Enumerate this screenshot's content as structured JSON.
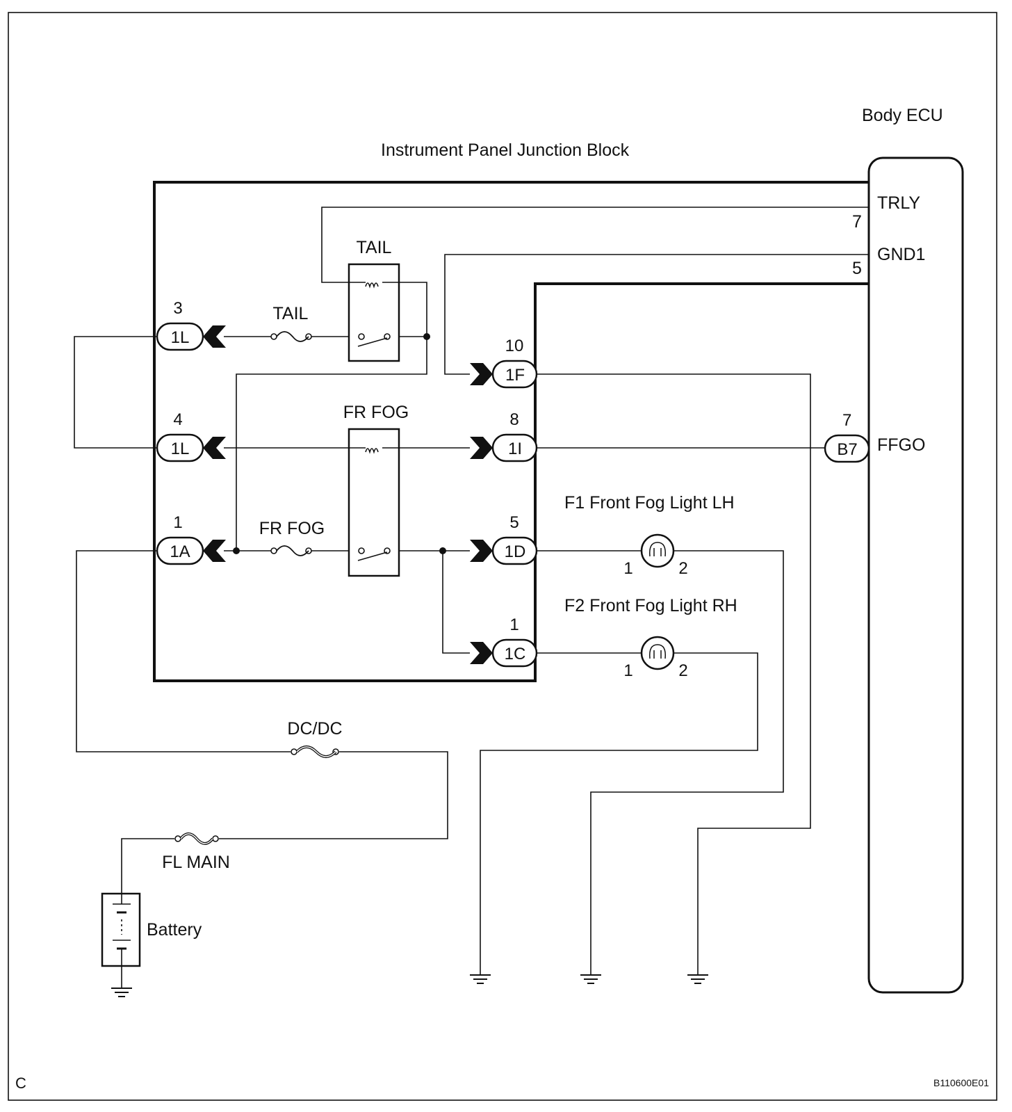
{
  "titles": {
    "body_ecu": "Body ECU",
    "junction_block": "Instrument Panel Junction Block",
    "corner_letter": "C",
    "figure_code": "B110600E01"
  },
  "ecu_pins": {
    "trly": "TRLY",
    "trly_num": "7",
    "gnd1": "GND1",
    "gnd1_num": "5",
    "ffgo": "FFGO",
    "ffgo_num": "7",
    "b7": "B7"
  },
  "relays": {
    "tail": "TAIL",
    "fr_fog": "FR FOG"
  },
  "fuses": {
    "tail": "TAIL",
    "fr_fog": "FR FOG",
    "dcdc": "DC/DC",
    "fl_main": "FL MAIN"
  },
  "connectors": {
    "c1l_top": {
      "pin": "3",
      "label": "1L"
    },
    "c1l_mid": {
      "pin": "4",
      "label": "1L"
    },
    "c1a": {
      "pin": "1",
      "label": "1A"
    },
    "c1f": {
      "pin": "10",
      "label": "1F"
    },
    "c1i": {
      "pin": "8",
      "label": "1I"
    },
    "c1d": {
      "pin": "5",
      "label": "1D"
    },
    "c1c": {
      "pin": "1",
      "label": "1C"
    }
  },
  "lights": {
    "f1": {
      "label": "F1 Front Fog Light LH",
      "pin1": "1",
      "pin2": "2"
    },
    "f2": {
      "label": "F2 Front Fog Light RH",
      "pin1": "1",
      "pin2": "2"
    }
  },
  "battery": "Battery"
}
